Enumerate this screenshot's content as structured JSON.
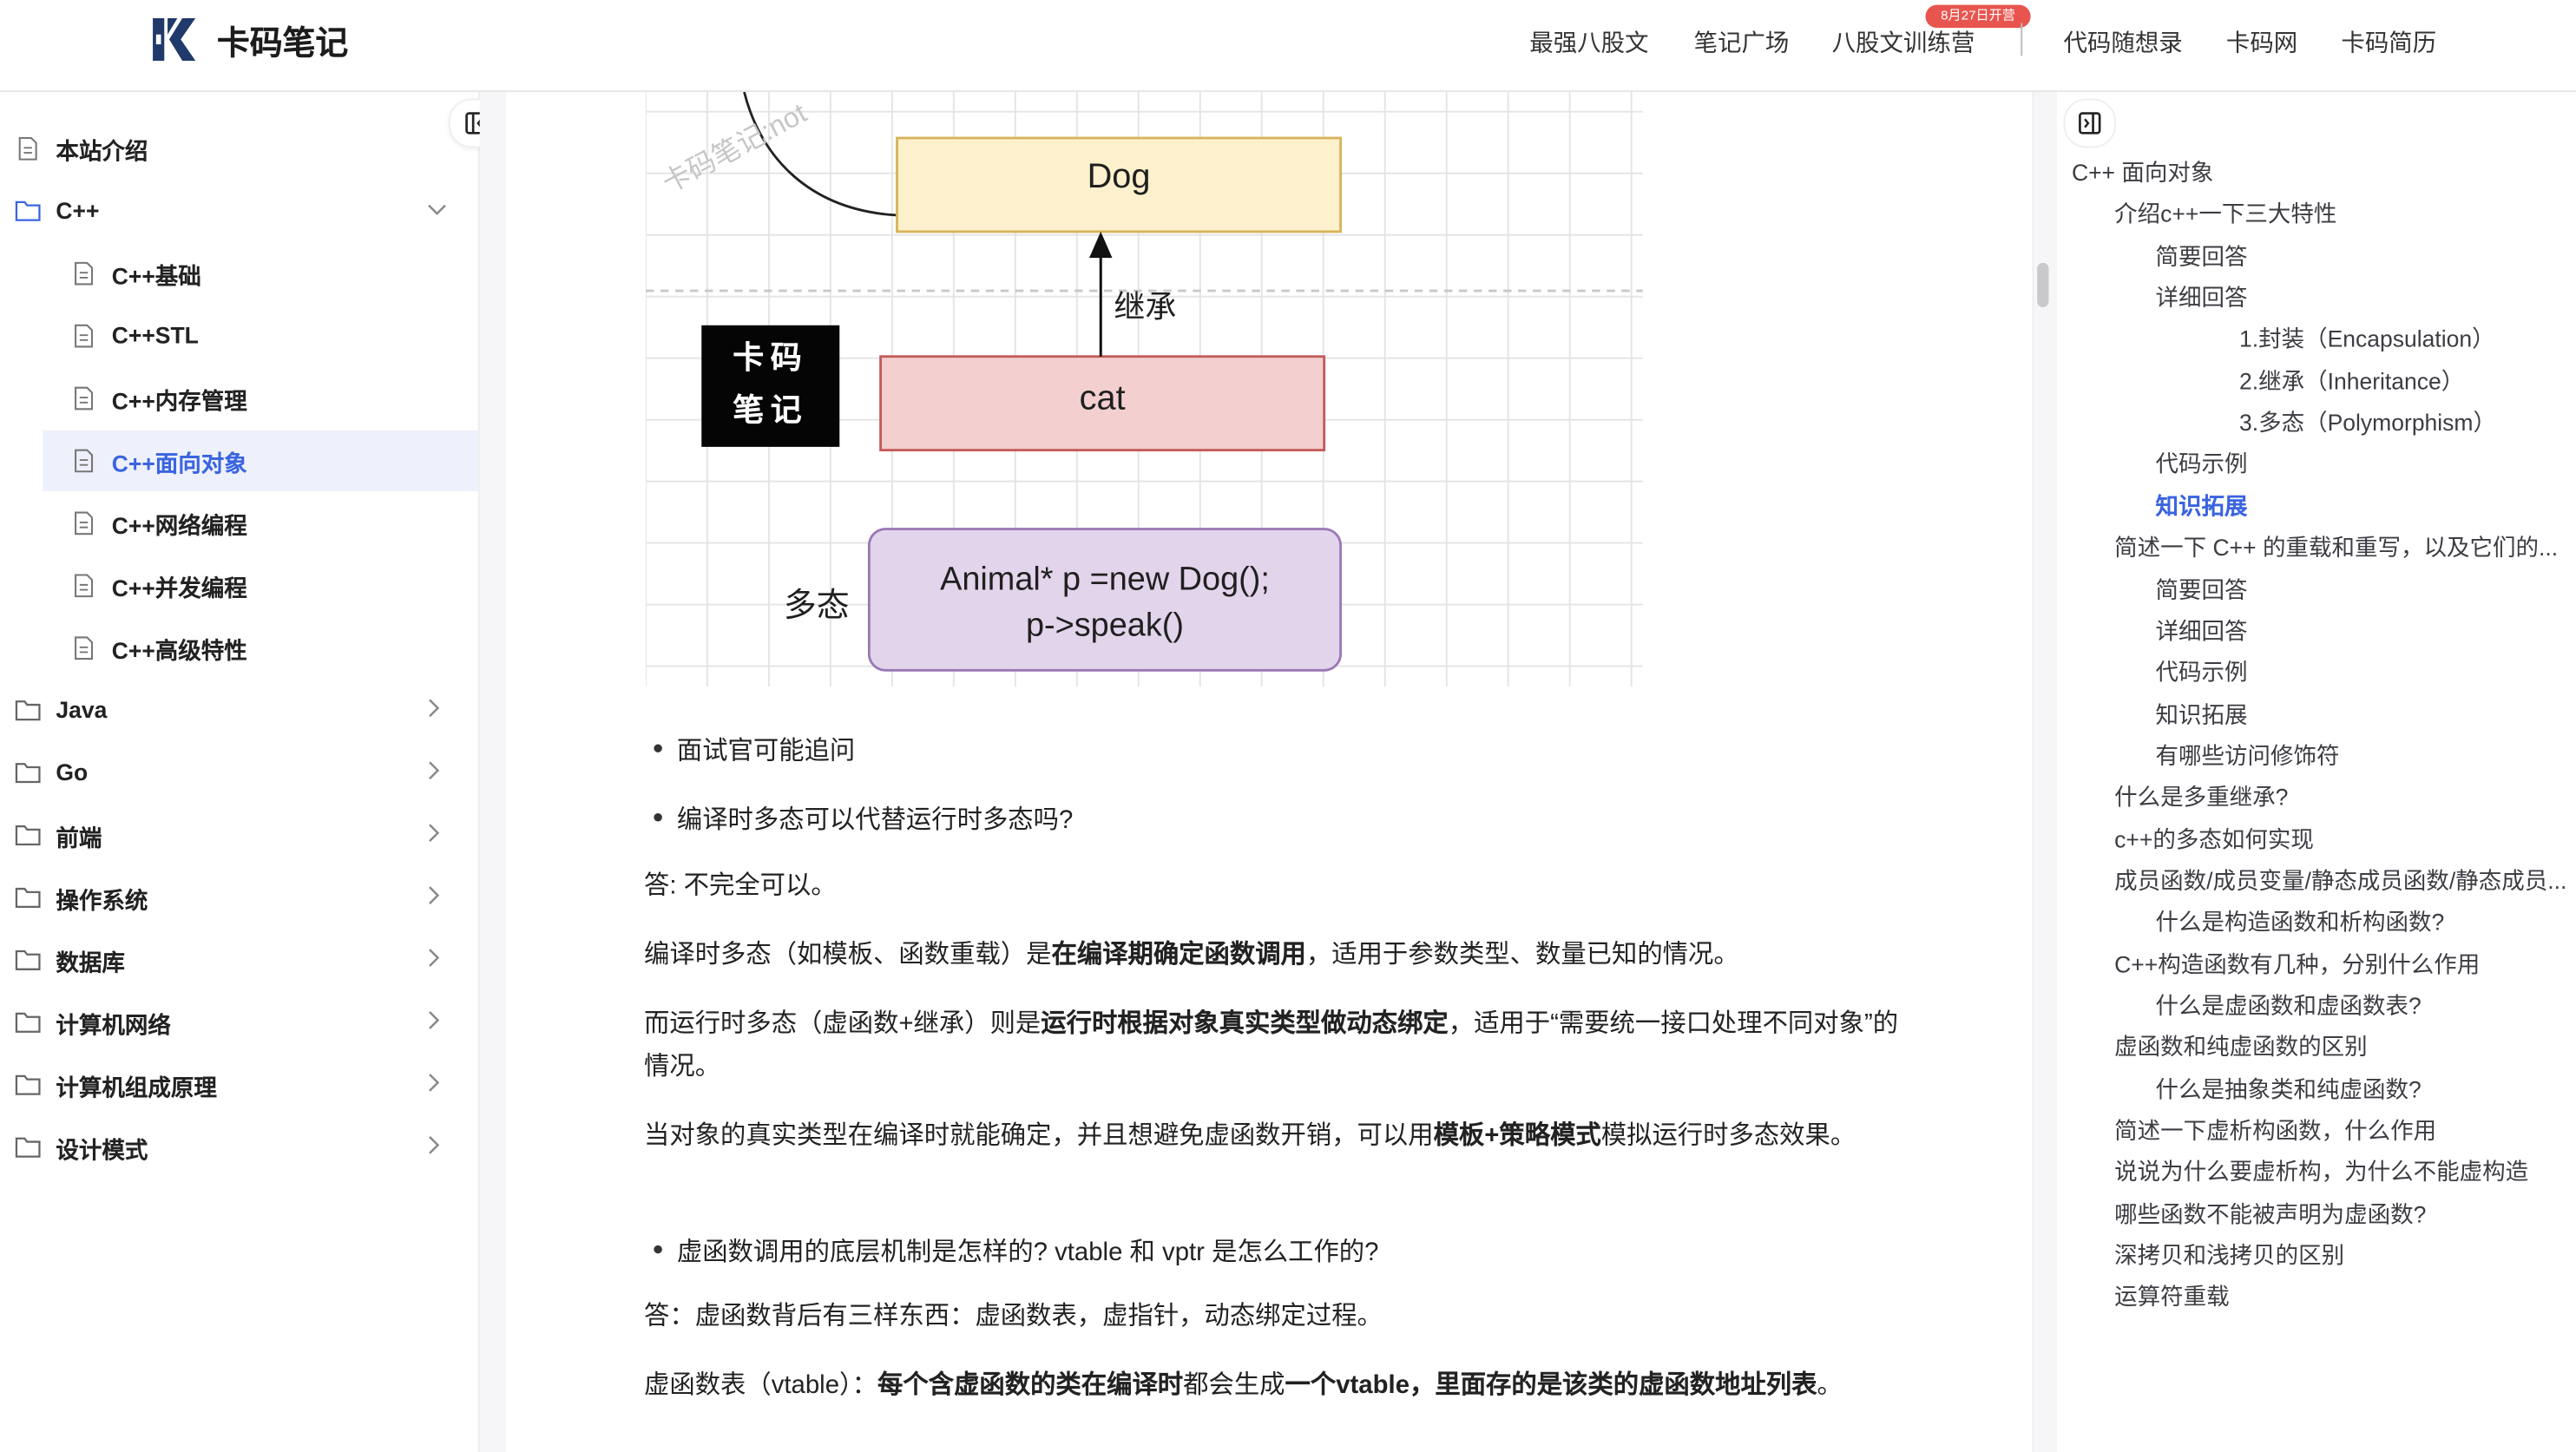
{
  "header": {
    "logo_text": "卡码笔记",
    "nav": [
      "最强八股文",
      "笔记广场",
      "八股文训练营",
      "代码随想录",
      "卡码网",
      "卡码简历"
    ],
    "badge": "8月27日开营"
  },
  "sidebar": {
    "items": [
      {
        "label": "本站介绍",
        "type": "page"
      },
      {
        "label": "C++",
        "type": "folder-open"
      },
      {
        "label": "C++基础",
        "type": "child"
      },
      {
        "label": "C++STL",
        "type": "child"
      },
      {
        "label": "C++内存管理",
        "type": "child"
      },
      {
        "label": "C++面向对象",
        "type": "child",
        "active": true
      },
      {
        "label": "C++网络编程",
        "type": "child"
      },
      {
        "label": "C++并发编程",
        "type": "child"
      },
      {
        "label": "C++高级特性",
        "type": "child"
      },
      {
        "label": "Java",
        "type": "folder"
      },
      {
        "label": "Go",
        "type": "folder"
      },
      {
        "label": "前端",
        "type": "folder"
      },
      {
        "label": "操作系统",
        "type": "folder"
      },
      {
        "label": "数据库",
        "type": "folder"
      },
      {
        "label": "计算机网络",
        "type": "folder"
      },
      {
        "label": "计算机组成原理",
        "type": "folder"
      },
      {
        "label": "设计模式",
        "type": "folder"
      }
    ]
  },
  "diagram": {
    "watermark": "卡码笔记:not",
    "dog": "Dog",
    "inherit": "继承",
    "cat": "cat",
    "stamp": "卡码笔记",
    "poly_label": "多态",
    "code_line1": "Animal* p =new Dog();",
    "code_line2": "p->speak()"
  },
  "article": {
    "b1": "面试官可能追问",
    "b2": "编译时多态可以代替运行时多态吗?",
    "p1": "答:  不完全可以。",
    "p2a": "编译时多态（如模板、函数重载）是",
    "p2b": "在编译期确定函数调用",
    "p2c": "，适用于参数类型、数量已知的情况。",
    "p3a": "而运行时多态（虚函数+继承）则是",
    "p3b": "运行时根据对象真实类型做动态绑定",
    "p3c": "，适用于“需要统一接口处理不同对象”的情况。",
    "p4a": "当对象的真实类型在编译时就能确定，并且想避免虚函数开销，可以用",
    "p4b": "模板+策略模式",
    "p4c": "模拟运行时多态效果。",
    "b3": "虚函数调用的底层机制是怎样的? vtable 和 vptr 是怎么工作的?",
    "p5": "答：虚函数背后有三样东西：虚函数表，虚指针，动态绑定过程。",
    "p6a": "虚函数表（vtable）：",
    "p6b": "每个含虚函数的类在编译时",
    "p6c": "都会生成",
    "p6d": "一个vtable，里面存的是该类的虚函数地址列表",
    "p6e": "。"
  },
  "toc": {
    "items": [
      {
        "label": "C++ 面向对象",
        "level": 0
      },
      {
        "label": "介绍c++一下三大特性",
        "level": 1
      },
      {
        "label": "简要回答",
        "level": 2
      },
      {
        "label": "详细回答",
        "level": 2
      },
      {
        "label": "1.封装（Encapsulation）",
        "level": 3
      },
      {
        "label": "2.继承（Inheritance）",
        "level": 3
      },
      {
        "label": "3.多态（Polymorphism）",
        "level": 3
      },
      {
        "label": "代码示例",
        "level": 2
      },
      {
        "label": "知识拓展",
        "level": 2,
        "active": true
      },
      {
        "label": "简述一下 C++ 的重载和重写，以及它们的...",
        "level": 1
      },
      {
        "label": "简要回答",
        "level": 2
      },
      {
        "label": "详细回答",
        "level": 2
      },
      {
        "label": "代码示例",
        "level": 2
      },
      {
        "label": "知识拓展",
        "level": 2
      },
      {
        "label": "有哪些访问修饰符",
        "level": 2
      },
      {
        "label": "什么是多重继承?",
        "level": 1
      },
      {
        "label": "c++的多态如何实现",
        "level": 1
      },
      {
        "label": "成员函数/成员变量/静态成员函数/静态成员...",
        "level": 1
      },
      {
        "label": "什么是构造函数和析构函数?",
        "level": 2
      },
      {
        "label": "C++构造函数有几种，分别什么作用",
        "level": 1
      },
      {
        "label": "什么是虚函数和虚函数表?",
        "level": 2
      },
      {
        "label": "虚函数和纯虚函数的区别",
        "level": 1
      },
      {
        "label": "什么是抽象类和纯虚函数?",
        "level": 2
      },
      {
        "label": "简述一下虚析构函数，什么作用",
        "level": 1
      },
      {
        "label": "说说为什么要虚析构，为什么不能虚构造",
        "level": 1
      },
      {
        "label": "哪些函数不能被声明为虚函数?",
        "level": 1
      },
      {
        "label": "深拷贝和浅拷贝的区别",
        "level": 1
      },
      {
        "label": "运算符重载",
        "level": 1
      }
    ]
  },
  "colors": {
    "accent": "#3a64e0",
    "badge": "#e8554e"
  }
}
